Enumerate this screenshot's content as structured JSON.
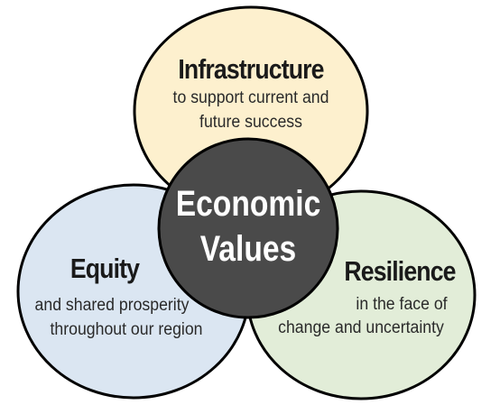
{
  "center": {
    "line1": "Economic",
    "line2": "Values",
    "fill": "#4a4a4a"
  },
  "infrastructure": {
    "title": "Infrastructure",
    "line1": "to support current and",
    "line2": "future success",
    "fill": "#fdf0ce"
  },
  "equity": {
    "title": "Equity",
    "line1": "and shared prosperity",
    "line2": "throughout our region",
    "fill": "#dbe6f2"
  },
  "resilience": {
    "title": "Resilience",
    "line1": "in the face of",
    "line2": "change and uncertainty",
    "fill": "#e2edd8"
  },
  "stroke_color": "#000000"
}
